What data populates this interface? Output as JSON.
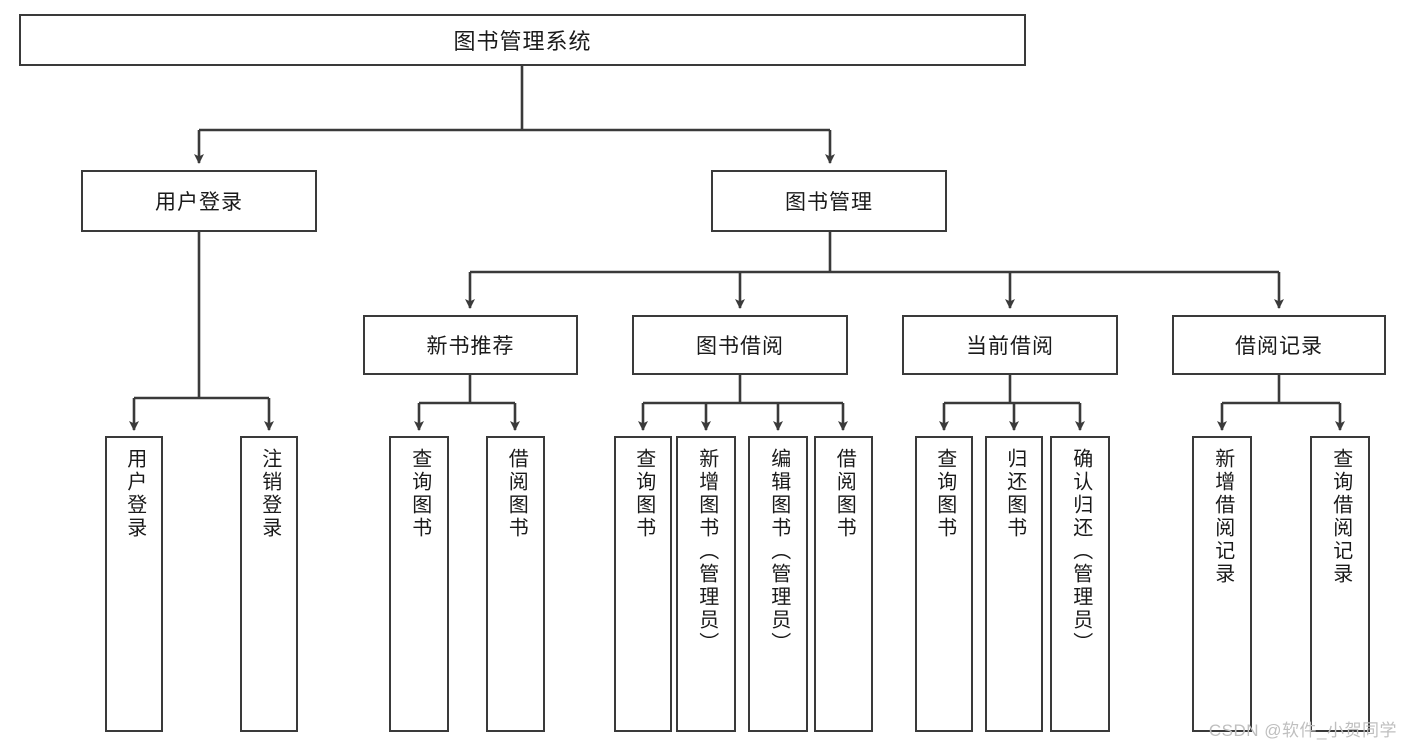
{
  "diagram": {
    "title": "图书管理系统",
    "root": {
      "label": "图书管理系统"
    },
    "level2": [
      {
        "label": "用户登录"
      },
      {
        "label": "图书管理"
      }
    ],
    "level3": [
      {
        "label": "新书推荐"
      },
      {
        "label": "图书借阅"
      },
      {
        "label": "当前借阅"
      },
      {
        "label": "借阅记录"
      }
    ],
    "leaves": [
      {
        "label": "用户登录"
      },
      {
        "label": "注销登录"
      },
      {
        "label": "查询图书"
      },
      {
        "label": "借阅图书"
      },
      {
        "label": "查询图书"
      },
      {
        "label": "新增图书（管理员）"
      },
      {
        "label": "编辑图书（管理员）"
      },
      {
        "label": "借阅图书"
      },
      {
        "label": "查询图书"
      },
      {
        "label": "归还图书"
      },
      {
        "label": "确认归还（管理员）"
      },
      {
        "label": "新增借阅记录"
      },
      {
        "label": "查询借阅记录"
      }
    ]
  },
  "watermark": {
    "text": "CSDN @软件_小贺同学"
  },
  "colors": {
    "stroke": "#3a3a3a",
    "fill": "#ffffff",
    "text": "#1a1a1a",
    "watermark": "#bfbfbf"
  }
}
